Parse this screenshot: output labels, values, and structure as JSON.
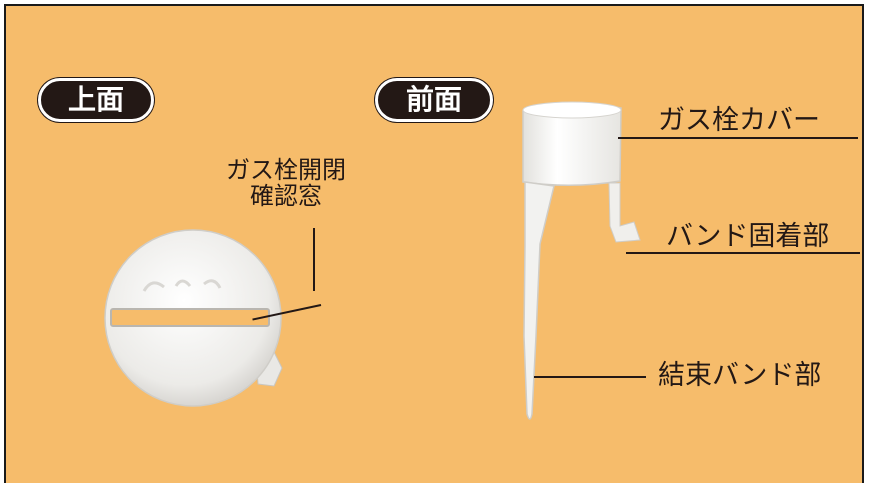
{
  "sections": {
    "top_view_title": "上面",
    "front_view_title": "前面"
  },
  "callouts": {
    "window_line1": "ガス栓開閉",
    "window_line2": "確認窓",
    "cover": "ガス栓カバー",
    "band_holder": "バンド固着部",
    "tie_band": "結束バンド部"
  },
  "colors": {
    "background": "#f6bc6b",
    "pill": "#231815",
    "part": "#f2f2f0"
  }
}
